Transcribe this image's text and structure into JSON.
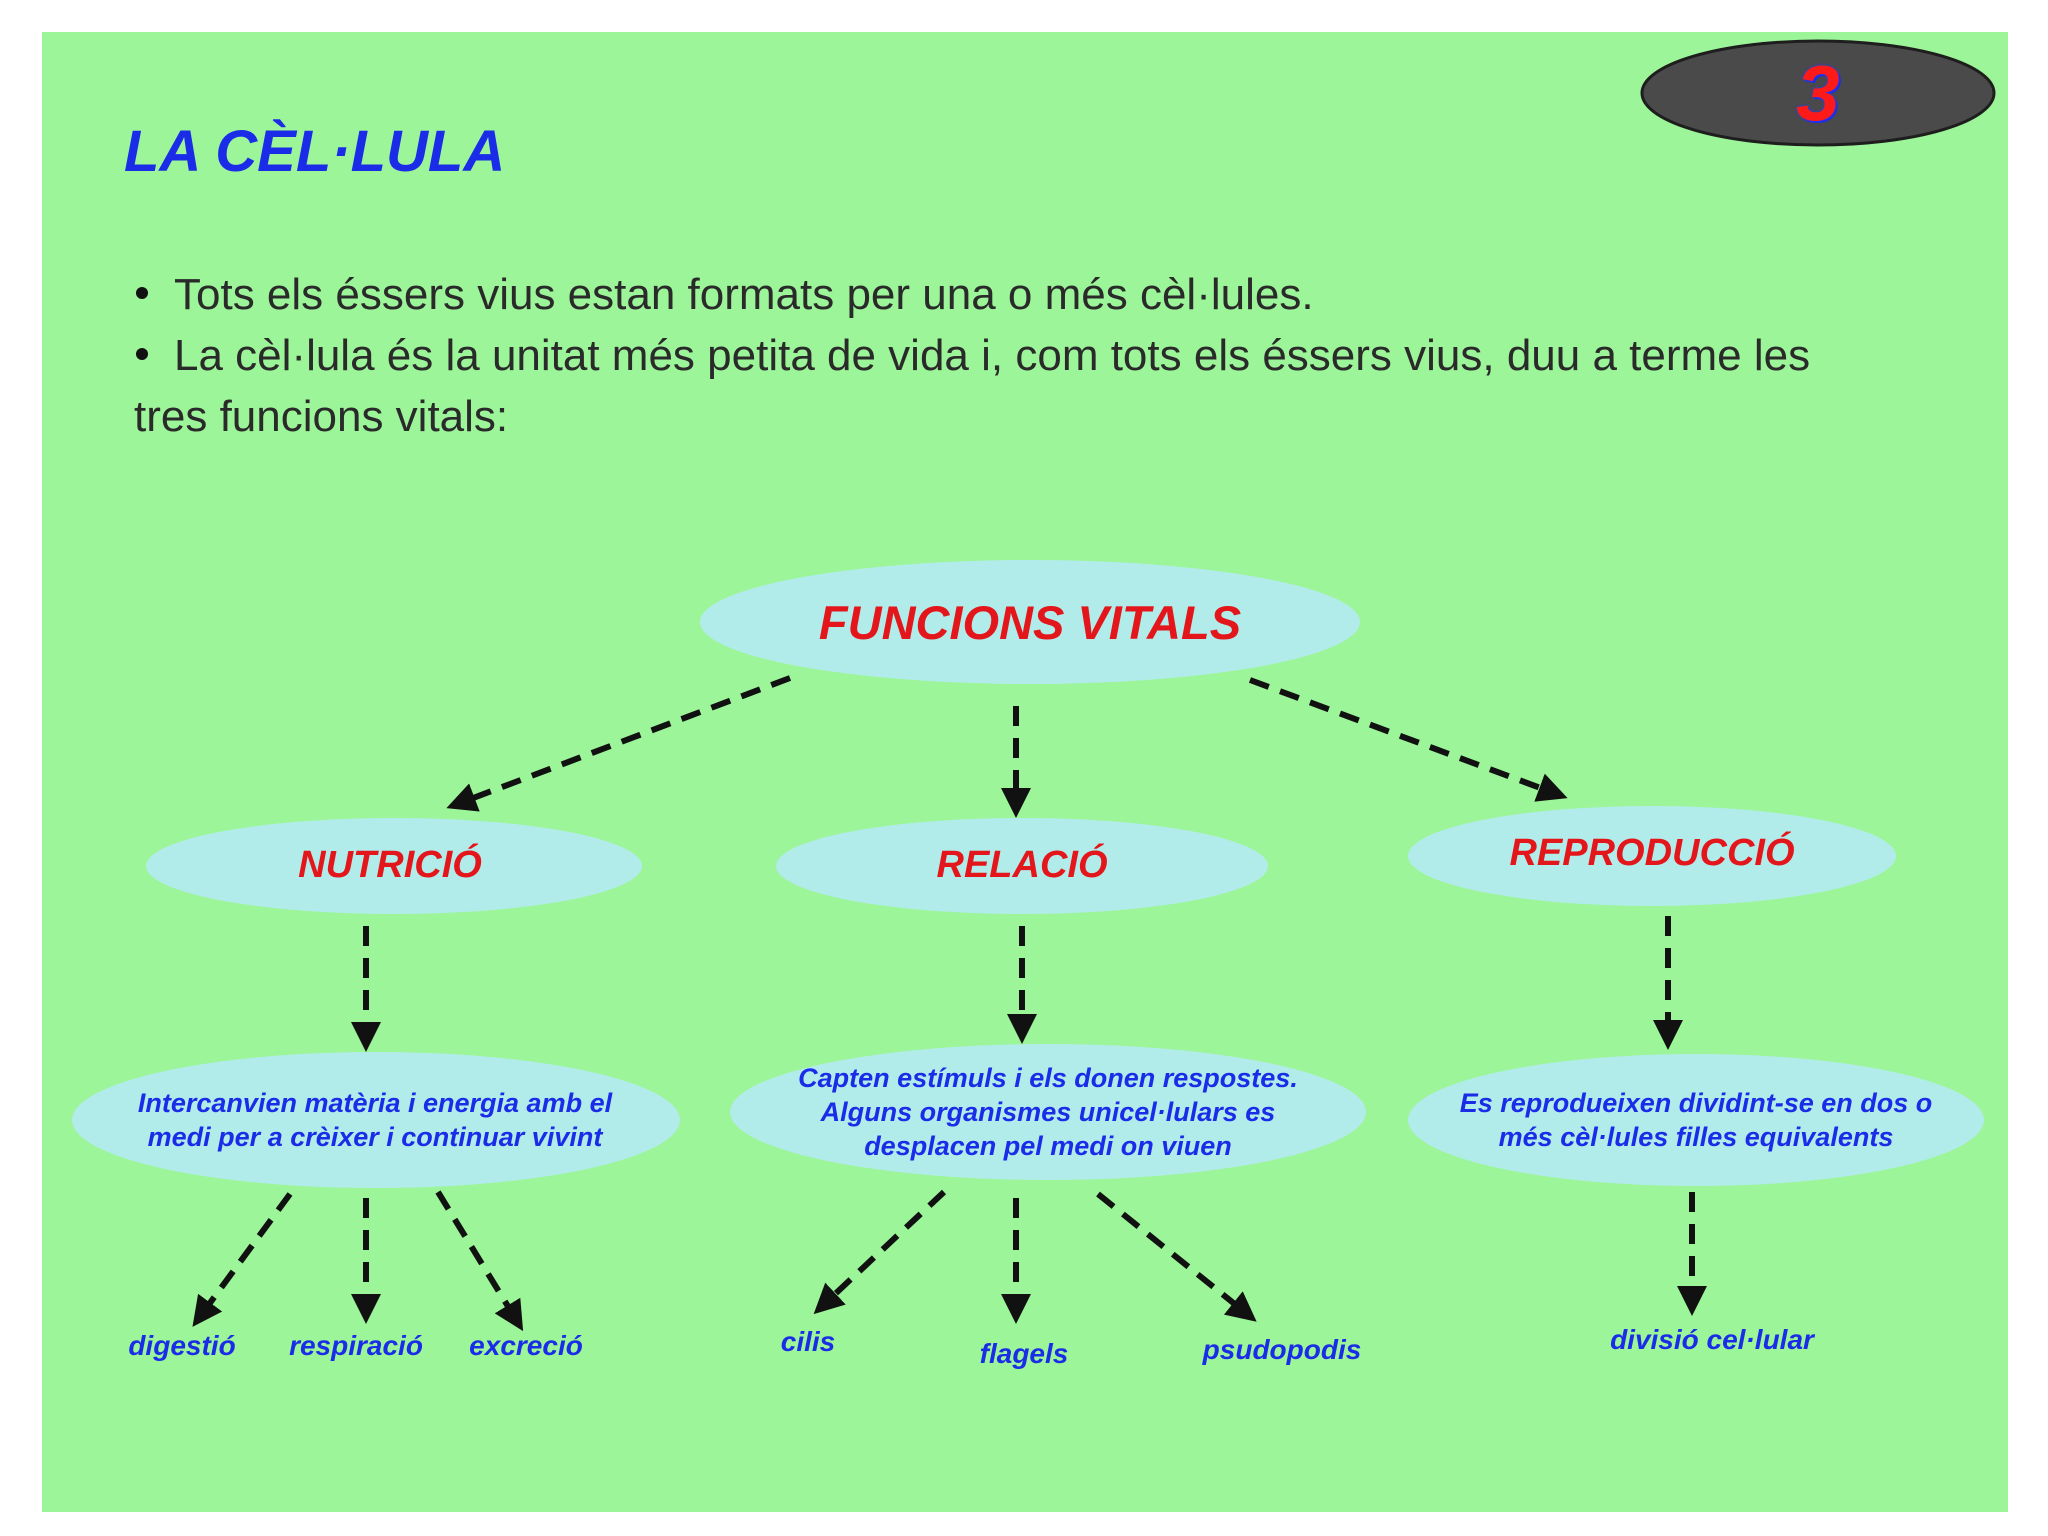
{
  "slide": {
    "title": "LA CÈL·LULA",
    "page_number": "3",
    "bullets": [
      "Tots els éssers vius estan formats per una o més cèl·lules.",
      "La cèl·lula és la unitat més petita de vida i, com tots els éssers vius, duu a terme les tres funcions vitals:"
    ]
  },
  "diagram": {
    "root": "FUNCIONS VITALS",
    "branches": [
      {
        "label": "NUTRICIÓ",
        "description": "Intercanvien matèria i energia amb el medi per a crèixer i continuar vivint",
        "leaves": [
          "digestió",
          "respiració",
          "excreció"
        ]
      },
      {
        "label": "RELACIÓ",
        "description": "Capten estímuls i els donen respostes. Alguns organismes unicel·lulars es desplacen pel medi on viuen",
        "leaves": [
          "cilis",
          "flagels",
          "psudopodis"
        ]
      },
      {
        "label": "REPRODUCCIÓ",
        "description": "Es reprodueixen dividint-se en dos o més cèl·lules filles equivalents",
        "leaves": [
          "divisió cel·lular"
        ]
      }
    ]
  },
  "colors": {
    "background": "#9cf598",
    "node_fill": "#b2ecea",
    "title_blue": "#1a2ce8",
    "label_red": "#e3161c",
    "badge_fill": "#4a4a4a"
  }
}
